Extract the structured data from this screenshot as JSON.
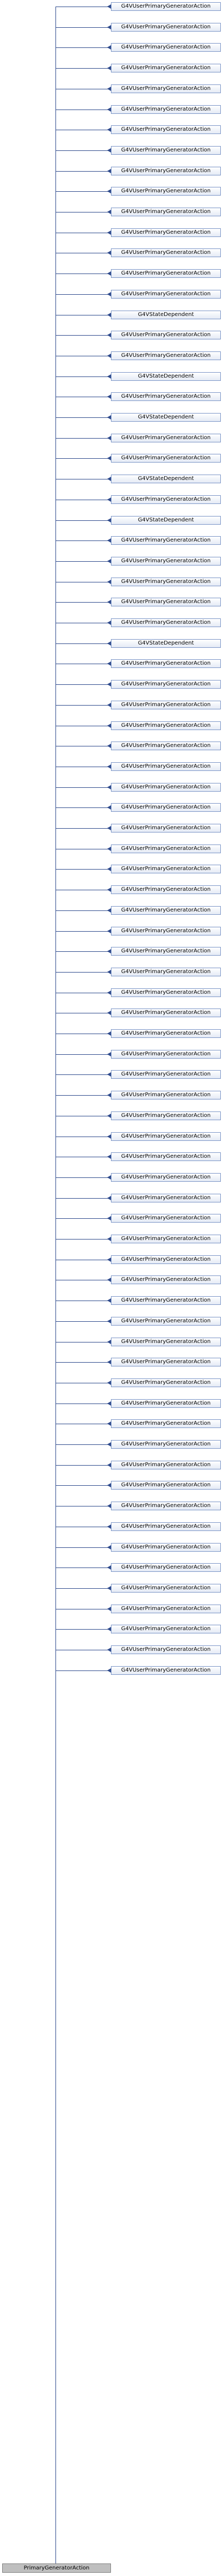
{
  "root": {
    "label": "PrimaryGeneratorAction"
  },
  "children": [
    "G4VUserPrimaryGeneratorAction",
    "G4VUserPrimaryGeneratorAction",
    "G4VUserPrimaryGeneratorAction",
    "G4VUserPrimaryGeneratorAction",
    "G4VUserPrimaryGeneratorAction",
    "G4VUserPrimaryGeneratorAction",
    "G4VUserPrimaryGeneratorAction",
    "G4VUserPrimaryGeneratorAction",
    "G4VUserPrimaryGeneratorAction",
    "G4VUserPrimaryGeneratorAction",
    "G4VUserPrimaryGeneratorAction",
    "G4VUserPrimaryGeneratorAction",
    "G4VUserPrimaryGeneratorAction",
    "G4VUserPrimaryGeneratorAction",
    "G4VUserPrimaryGeneratorAction",
    "G4VStateDependent",
    "G4VUserPrimaryGeneratorAction",
    "G4VUserPrimaryGeneratorAction",
    "G4VStateDependent",
    "G4VUserPrimaryGeneratorAction",
    "G4VStateDependent",
    "G4VUserPrimaryGeneratorAction",
    "G4VUserPrimaryGeneratorAction",
    "G4VStateDependent",
    "G4VUserPrimaryGeneratorAction",
    "G4VStateDependent",
    "G4VUserPrimaryGeneratorAction",
    "G4VUserPrimaryGeneratorAction",
    "G4VUserPrimaryGeneratorAction",
    "G4VUserPrimaryGeneratorAction",
    "G4VUserPrimaryGeneratorAction",
    "G4VStateDependent",
    "G4VUserPrimaryGeneratorAction",
    "G4VUserPrimaryGeneratorAction",
    "G4VUserPrimaryGeneratorAction",
    "G4VUserPrimaryGeneratorAction",
    "G4VUserPrimaryGeneratorAction",
    "G4VUserPrimaryGeneratorAction",
    "G4VUserPrimaryGeneratorAction",
    "G4VUserPrimaryGeneratorAction",
    "G4VUserPrimaryGeneratorAction",
    "G4VUserPrimaryGeneratorAction",
    "G4VUserPrimaryGeneratorAction",
    "G4VUserPrimaryGeneratorAction",
    "G4VUserPrimaryGeneratorAction",
    "G4VUserPrimaryGeneratorAction",
    "G4VUserPrimaryGeneratorAction",
    "G4VUserPrimaryGeneratorAction",
    "G4VUserPrimaryGeneratorAction",
    "G4VUserPrimaryGeneratorAction",
    "G4VUserPrimaryGeneratorAction",
    "G4VUserPrimaryGeneratorAction",
    "G4VUserPrimaryGeneratorAction",
    "G4VUserPrimaryGeneratorAction",
    "G4VUserPrimaryGeneratorAction",
    "G4VUserPrimaryGeneratorAction",
    "G4VUserPrimaryGeneratorAction",
    "G4VUserPrimaryGeneratorAction",
    "G4VUserPrimaryGeneratorAction",
    "G4VUserPrimaryGeneratorAction",
    "G4VUserPrimaryGeneratorAction",
    "G4VUserPrimaryGeneratorAction",
    "G4VUserPrimaryGeneratorAction",
    "G4VUserPrimaryGeneratorAction",
    "G4VUserPrimaryGeneratorAction",
    "G4VUserPrimaryGeneratorAction",
    "G4VUserPrimaryGeneratorAction",
    "G4VUserPrimaryGeneratorAction",
    "G4VUserPrimaryGeneratorAction",
    "G4VUserPrimaryGeneratorAction",
    "G4VUserPrimaryGeneratorAction",
    "G4VUserPrimaryGeneratorAction",
    "G4VUserPrimaryGeneratorAction",
    "G4VUserPrimaryGeneratorAction",
    "G4VUserPrimaryGeneratorAction",
    "G4VUserPrimaryGeneratorAction",
    "G4VUserPrimaryGeneratorAction",
    "G4VUserPrimaryGeneratorAction",
    "G4VUserPrimaryGeneratorAction",
    "G4VUserPrimaryGeneratorAction",
    "G4VUserPrimaryGeneratorAction",
    "G4VUserPrimaryGeneratorAction"
  ]
}
